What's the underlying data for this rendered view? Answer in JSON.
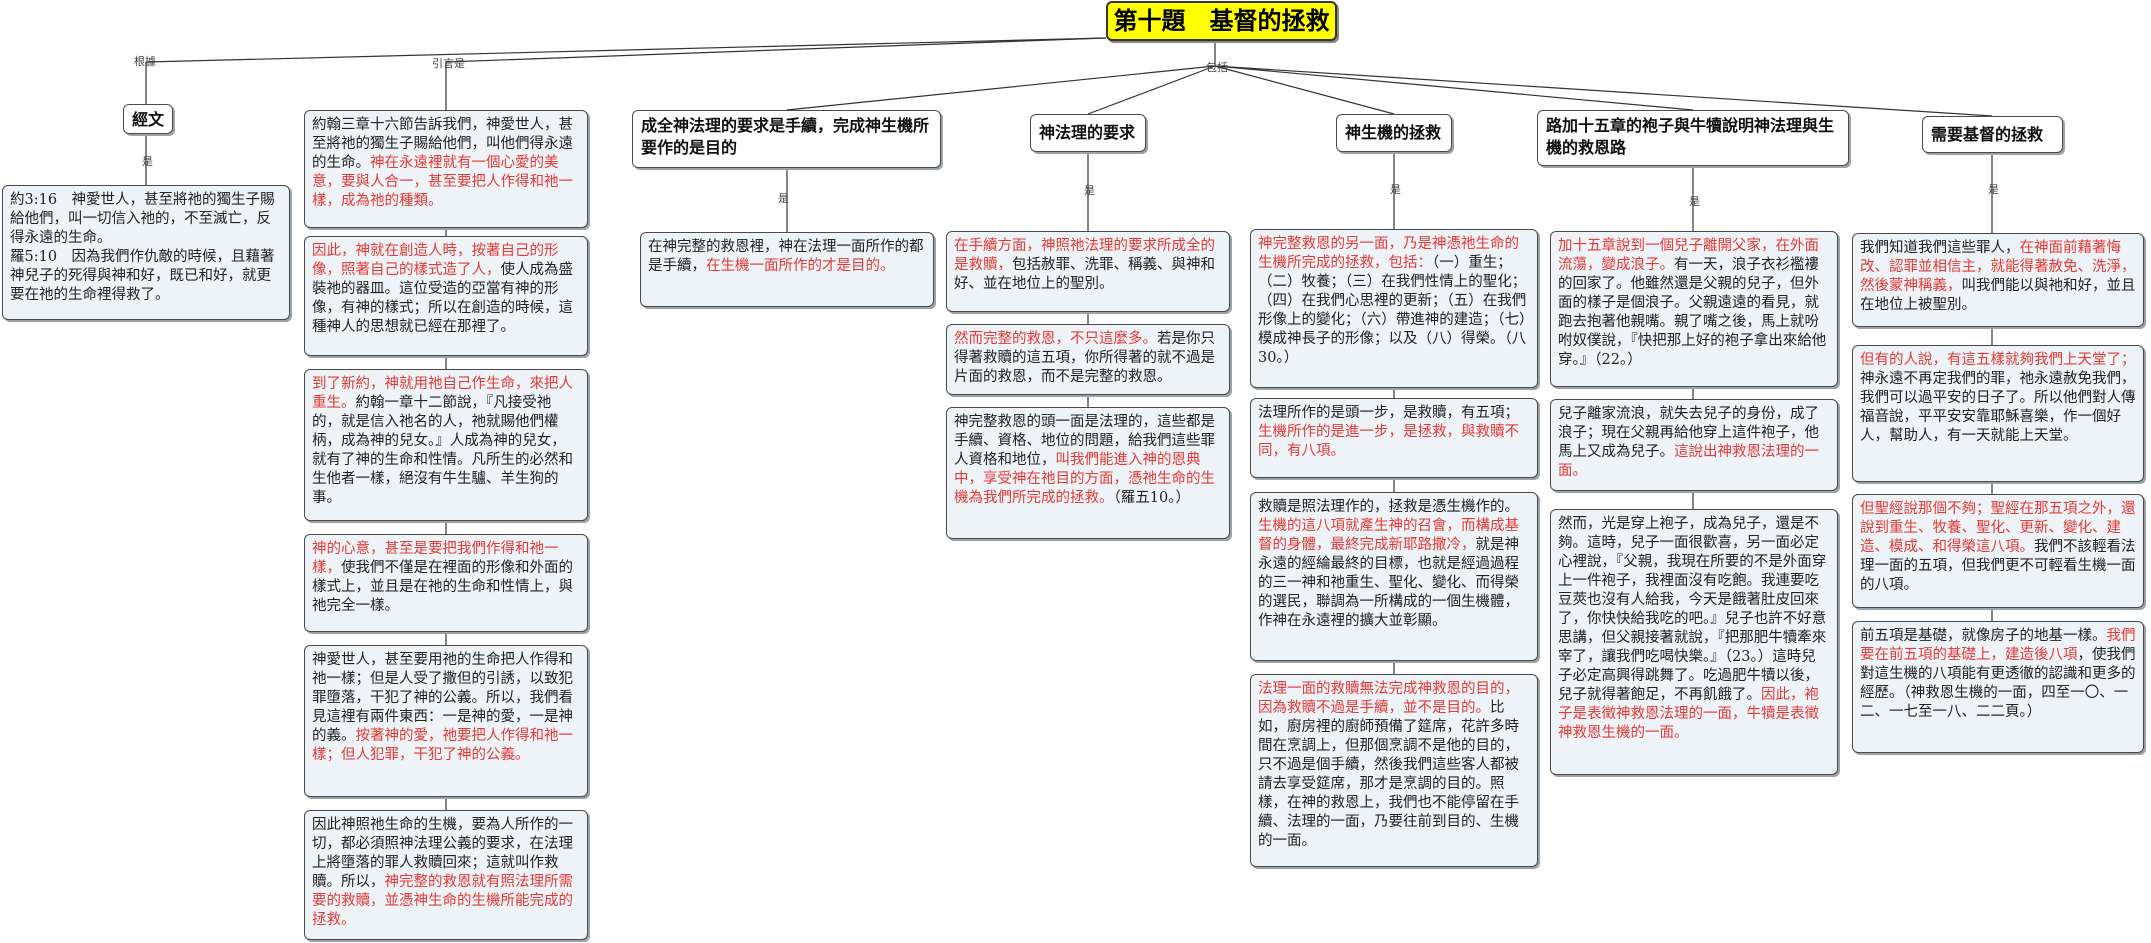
{
  "title": "第十題　基督的拯救",
  "edge_labels": {
    "genju": "根據",
    "yindao": "引言是",
    "baokuo": "包括",
    "shi": "是"
  },
  "headings": {
    "jingwen": "經文",
    "chengquan": "成全神法理的要求是手續，完成神生機所要作的是目的",
    "falixyaoqiu": "神法理的要求",
    "shengji": "神生機的拯救",
    "luka": "路加十五章的袍子與牛犢說明神法理與生機的救恩路",
    "xuyao": "需要基督的拯救"
  },
  "jingwen_text": [
    {
      "t": "約3:16　神愛世人，甚至將祂的獨生子賜給他們，叫一切信入祂的，不至滅亡，反得永遠的生命。"
    },
    {
      "t": "羅5:10　因為我們作仇敵的時候，且藉著神兒子的死得與神和好，既已和好，就更要在祂的生命裡得救了。"
    }
  ],
  "intro": [
    [
      {
        "t": "約翰三章十六節告訴我們，神愛世人，甚至將祂的獨生子賜給他們，叫他們得永遠的生命。"
      },
      {
        "t": "神在永遠裡就有一個心愛的美意，要與人合一，甚至要把人作得和祂一樣，成為祂的種類。",
        "r": 1
      }
    ],
    [
      {
        "t": "因此，神就在創造人時，按著自己的形像，照著自己的樣式造了人，",
        "r": 1
      },
      {
        "t": "使人成為盛裝祂的器皿。這位受造的亞當有神的形像，有神的樣式；所以在創造的時候，這種神人的思想就已經在那裡了。"
      }
    ],
    [
      {
        "t": "到了新約，神就用祂自己作生命，來把人重生。",
        "r": 1
      },
      {
        "t": "約翰一章十二節說，『凡接受祂的，就是信入祂名的人，祂就賜他們權柄，成為神的兒女。』人成為神的兒女，就有了神的生命和性情。凡所生的必然和生他者一樣，絕沒有牛生驢、羊生狗的事。"
      }
    ],
    [
      {
        "t": "神的心意，甚至是要把我們作得和祂一樣，",
        "r": 1
      },
      {
        "t": "使我們不僅是在裡面的形像和外面的樣式上，並且是在祂的生命和性情上，與祂完全一樣。"
      }
    ],
    [
      {
        "t": "神愛世人，甚至要用祂的生命把人作得和祂一樣；但是人受了撒但的引誘，以致犯罪墮落，干犯了神的公義。所以，我們看見這裡有兩件東西：一是神的愛，一是神的義。"
      },
      {
        "t": "按著神的愛，祂要把人作得和祂一樣；但人犯罪，干犯了神的公義。",
        "r": 1
      }
    ],
    [
      {
        "t": "因此神照祂生命的生機，要為人所作的一切，都必須照神法理公義的要求，在法理上將墮落的罪人救贖回來；這就叫作救贖。所以，"
      },
      {
        "t": "神完整的救恩就有照法理所需要的救贖，並憑神生命的生機所能完成的拯救。",
        "r": 1
      }
    ]
  ],
  "chengquan_text": [
    {
      "t": "在神完整的救恩裡，神在法理一面所作的都是手續，"
    },
    {
      "t": "在生機一面所作的才是目的。",
      "r": 1
    }
  ],
  "fali": [
    [
      {
        "t": "在手續方面，神照祂法理的要求所成全的是救贖，",
        "r": 1
      },
      {
        "t": "包括赦罪、洗罪、稱義、與神和好、並在地位上的聖別。"
      }
    ],
    [
      {
        "t": "然而完整的救恩，不只這麼多。",
        "r": 1
      },
      {
        "t": "若是你只得著救贖的這五項，你所得著的就不過是片面的救恩，而不是完整的救恩。"
      }
    ],
    [
      {
        "t": "神完整救恩的頭一面是法理的，這些都是手續、資格、地位的問題，給我們這些罪人資格和地位，"
      },
      {
        "t": "叫我們能進入神的恩典中，享受神在祂目的方面，憑祂生命的生機為我們所完成的拯救。",
        "r": 1
      },
      {
        "t": "（羅五10。）"
      }
    ]
  ],
  "shengji_text": [
    [
      {
        "t": "神完整救恩的另一面，乃是神憑祂生命的生機所完成的拯救，包括：",
        "r": 1
      },
      {
        "t": "（一）重生；（二）牧養；（三）在我們性情上的聖化；（四）在我們心思裡的更新；（五）在我們形像上的變化；（六）帶進神的建造；（七）模成神長子的形像；以及（八）得榮。（八30。）"
      }
    ],
    [
      {
        "t": "法理所作的是頭一步，是救贖，有五項；"
      },
      {
        "t": "生機所作的是進一步，是拯救，與救贖不同，有八項。",
        "r": 1
      }
    ],
    [
      {
        "t": "救贖是照法理作的，拯救是憑生機作的。"
      },
      {
        "t": "生機的這八項就產生神的召會，而構成基督的身體，最終完成新耶路撒冷，",
        "r": 1
      },
      {
        "t": "就是神永遠的經綸最終的目標，也就是經過過程的三一神和祂重生、聖化、變化、而得榮的選民，聯調為一所構成的一個生機體，作神在永遠裡的擴大並彰顯。"
      }
    ],
    [
      {
        "t": "法理一面的救贖無法完成神救恩的目的，因為救贖不過是手續，並不是目的。",
        "r": 1
      },
      {
        "t": "比如，廚房裡的廚師預備了筵席，花許多時間在烹調上，但那個烹調不是他的目的，只不過是個手續，然後我們這些客人都被請去享受筵席，那才是烹調的目的。照樣，在神的救恩上，我們也不能停留在手續、法理的一面，乃要往前到目的、生機的一面。"
      }
    ]
  ],
  "luka_text": [
    [
      {
        "t": "加十五章說到一個兒子離開父家，在外面流蕩，變成浪子。",
        "r": 1
      },
      {
        "t": "有一天，浪子衣衫襤褸的回家了。他雖然還是父親的兒子，但外面的樣子是個浪子。父親遠遠的看見，就跑去抱著他親嘴。親了嘴之後，馬上就吩咐奴僕說，『快把那上好的袍子拿出來給他穿。』（22。）"
      }
    ],
    [
      {
        "t": "兒子離家流浪，就失去兒子的身份，成了浪子；現在父親再給他穿上這件袍子，他馬上又成為兒子。"
      },
      {
        "t": "這說出神救恩法理的一面。",
        "r": 1
      }
    ],
    [
      {
        "t": "然而，光是穿上袍子，成為兒子，還是不夠。這時，兒子一面很歡喜，另一面必定心裡說，『父親，我現在所要的不是外面穿上一件袍子，我裡面沒有吃飽。我連要吃豆莢也沒有人給我，今天是餓著肚皮回來了，你快快給我吃的吧。』兒子也許不好意思講，但父親接著就說，『把那肥牛犢牽來宰了，讓我們吃喝快樂。』（23。）這時兒子必定高興得跳舞了。吃過肥牛犢以後，兒子就得著飽足，不再飢餓了。"
      },
      {
        "t": "因此，袍子是表徵神救恩法理的一面，牛犢是表徵神救恩生機的一面。",
        "r": 1
      }
    ]
  ],
  "xuyao_text": [
    [
      {
        "t": "我們知道我們這些罪人，"
      },
      {
        "t": "在神面前藉著悔改、認罪並相信主，就能得著赦免、洗淨，然後蒙神稱義，",
        "r": 1
      },
      {
        "t": "叫我們能以與祂和好，並且在地位上被聖別。"
      }
    ],
    [
      {
        "t": "但有的人說，有這五樣就夠我們上天堂了；",
        "r": 1
      },
      {
        "t": "神永遠不再定我們的罪，祂永遠赦免我們，我們可以過平安的日子了。所以他們對人傳福音說，平平安安靠耶穌喜樂，作一個好人，幫助人，有一天就能上天堂。"
      }
    ],
    [
      {
        "t": "但聖經說那個不夠；聖經在那五項之外，還說到重生、牧養、聖化、更新、變化、建造、模成、和得榮這八項。",
        "r": 1
      },
      {
        "t": "我們不該輕看法理一面的五項，但我們更不可輕看生機一面的八項。"
      }
    ],
    [
      {
        "t": "前五項是基礎，就像房子的地基一樣。"
      },
      {
        "t": "我們要在前五項的基礎上，建造後八項",
        "r": 1
      },
      {
        "t": "，使我們對這生機的八項能有更透徹的認識和更多的經歷。（神救恩生機的一面，四至一〇、一二、一七至一八、二二頁。）"
      }
    ]
  ]
}
